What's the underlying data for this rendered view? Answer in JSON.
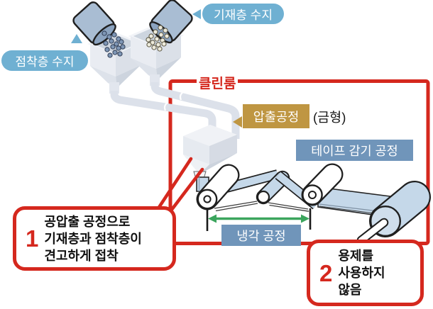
{
  "diagram": {
    "labels": {
      "adhesive_resin": "점착층 수지",
      "base_resin": "기재층 수지",
      "cleanroom": "클린룸",
      "extrusion_process": "압출공정",
      "mold": "(금형)",
      "tape_winding_process": "테이프 감기 공정",
      "cooling_process": "냉각 공정"
    },
    "callouts": [
      {
        "number": "1",
        "text": "공압출 공정으로\n기재층과 점착층이\n견고하게 접착"
      },
      {
        "number": "2",
        "text": "용제를\n사용하지\n않음"
      }
    ],
    "colors": {
      "accent_red": "#d5281e",
      "label_blue": "#6fb0d2",
      "process_blue": "#7095ba",
      "extrusion_tan": "#bf9642",
      "tape_blue": "#c5d8e9",
      "cooling_arrow_green": "#3ba55d"
    }
  }
}
